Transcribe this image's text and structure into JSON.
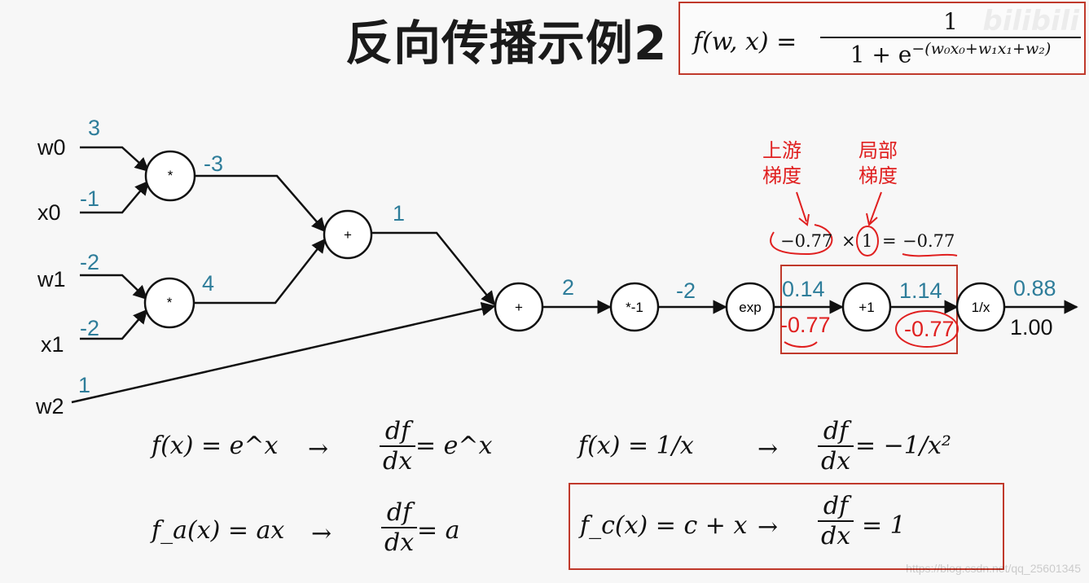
{
  "title": "反向传播示例2",
  "watermark": "bilibili",
  "url_watermark": "https://blog.csdn.net/qq_25601345",
  "main_formula": {
    "lhs": "f(w, x) =",
    "numerator": "1",
    "denominator": "1 + e",
    "exponent": "−(w₀x₀+w₁x₁+w₂)"
  },
  "inputs": [
    {
      "label": "w0",
      "value": "3"
    },
    {
      "label": "x0",
      "value": "-1"
    },
    {
      "label": "w1",
      "value": "-2"
    },
    {
      "label": "x1",
      "value": "-2"
    },
    {
      "label": "w2",
      "value": "1"
    }
  ],
  "nodes": [
    {
      "id": "mul0",
      "label": "*"
    },
    {
      "id": "mul1",
      "label": "*"
    },
    {
      "id": "add0",
      "label": "+"
    },
    {
      "id": "add1",
      "label": "+"
    },
    {
      "id": "neg",
      "label": "*-1"
    },
    {
      "id": "exp",
      "label": "exp"
    },
    {
      "id": "plus1",
      "label": "+1"
    },
    {
      "id": "inv",
      "label": "1/x"
    }
  ],
  "edge_values": {
    "mul0_out": "-3",
    "mul1_out": "4",
    "add0_out": "1",
    "add1_out": "2",
    "neg_out": "-2",
    "exp_out": "0.14",
    "plus1_out": "1.14",
    "inv_out": "0.88"
  },
  "gradients": {
    "inv_out": "1.00",
    "exp_out": "-0.77",
    "plus1_out": "-0.77"
  },
  "annotations": {
    "upstream": "上游\n梯度",
    "local": "局部\n梯度",
    "chain": {
      "a": "−0.77",
      "times": "×",
      "b": "1",
      "eq": "=",
      "c": "−0.77"
    }
  },
  "rules": [
    {
      "lhs": "f(x) = e^x",
      "arrow": "→",
      "num": "df",
      "den": "dx",
      "rhs": "= e^x"
    },
    {
      "lhs": "f(x) = 1/x",
      "arrow": "→",
      "num": "df",
      "den": "dx",
      "rhs": "= −1/x²"
    },
    {
      "lhs": "f_a(x) = ax",
      "arrow": "→",
      "num": "df",
      "den": "dx",
      "rhs": "= a"
    },
    {
      "lhs": "f_c(x) = c + x",
      "arrow": "→",
      "num": "df",
      "den": "dx",
      "rhs": "= 1"
    }
  ],
  "colors": {
    "value": "#2e7d9a",
    "grad": "#e02020",
    "box": "#c0392b",
    "line": "#111111"
  }
}
